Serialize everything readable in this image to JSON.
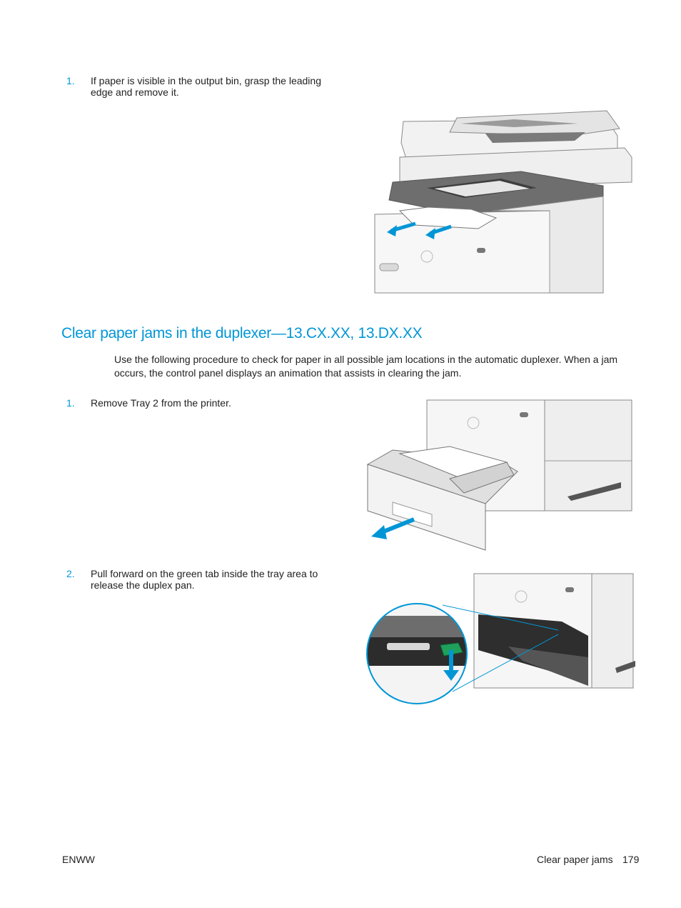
{
  "step_top": {
    "number": "1.",
    "text": "If paper is visible in the output bin, grasp the leading edge and remove it."
  },
  "section": {
    "title": "Clear paper jams in the duplexer—13.CX.XX, 13.DX.XX",
    "intro": "Use the following procedure to check for paper in all possible jam locations in the automatic duplexer. When a jam occurs, the control panel displays an animation that assists in clearing the jam.",
    "steps": [
      {
        "number": "1.",
        "text": "Remove Tray 2 from the printer."
      },
      {
        "number": "2.",
        "text": "Pull forward on the green tab inside the tray area to release the duplex pan."
      }
    ]
  },
  "footer": {
    "left": "ENWW",
    "section": "Clear paper jams",
    "page": "179"
  },
  "colors": {
    "accent": "#0096d6",
    "tab_green": "#1fa15b"
  }
}
